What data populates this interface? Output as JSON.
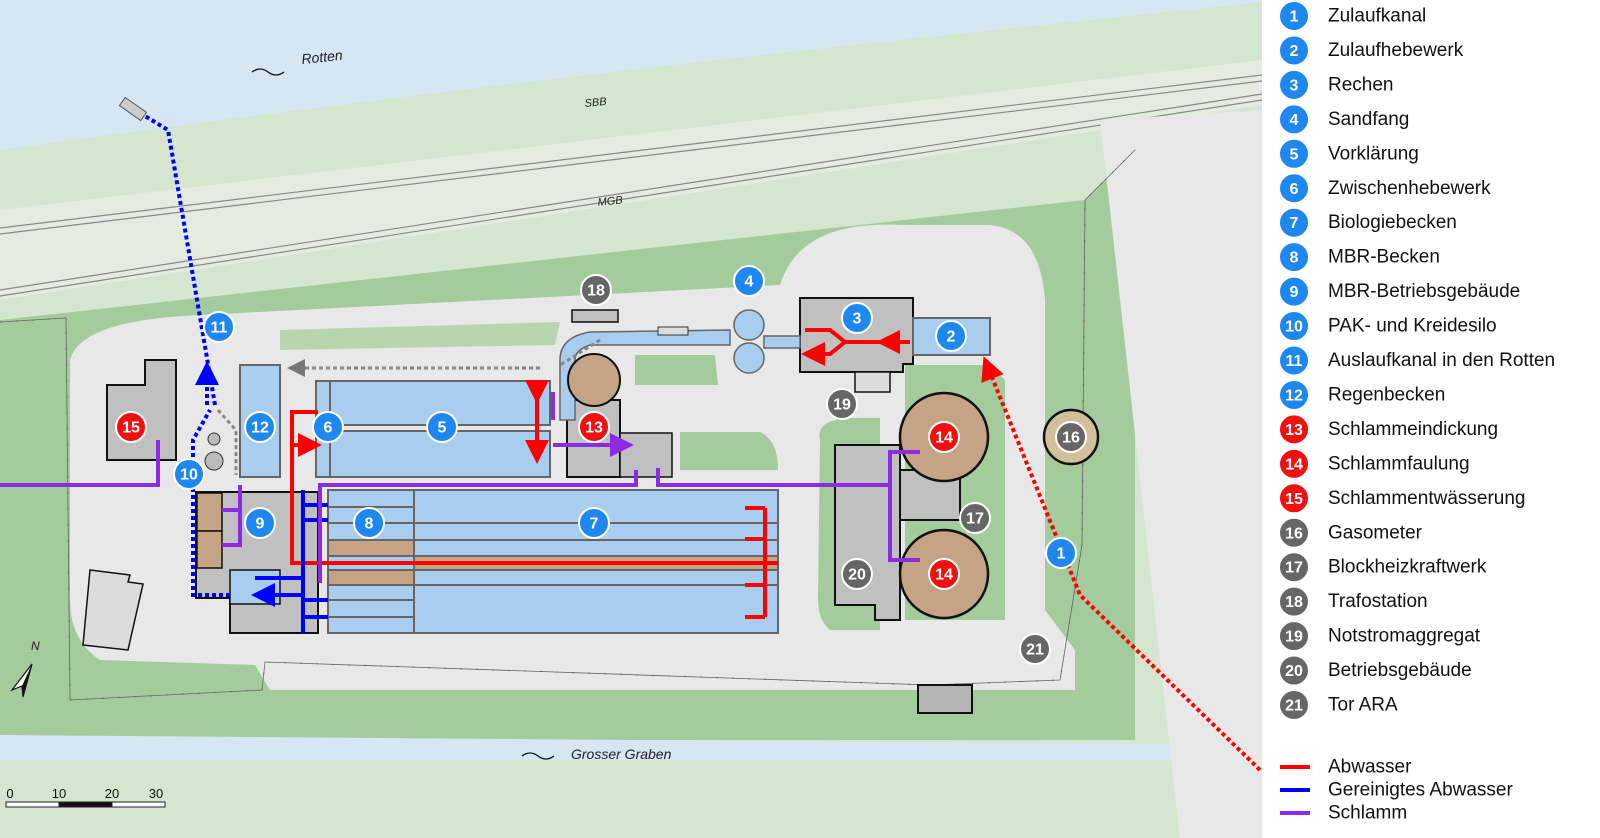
{
  "map_labels": {
    "river_north": "Rotten",
    "rail_sbb": "SBB",
    "rail_mgb": "MGB",
    "river_south": "Grosser Graben",
    "north": "N"
  },
  "scale_bar": {
    "ticks": [
      "0",
      "10",
      "20",
      "30"
    ]
  },
  "colors": {
    "blue": "#1e88f0",
    "red": "#f20f0f",
    "gray": "#666666",
    "abwasser": "#ff0000",
    "gereinigt": "#0000ff",
    "schlamm": "#8b2be2"
  },
  "legend": {
    "items": [
      {
        "num": "1",
        "label": "Zulaufkanal",
        "group": "blue"
      },
      {
        "num": "2",
        "label": "Zulaufhebewerk",
        "group": "blue"
      },
      {
        "num": "3",
        "label": "Rechen",
        "group": "blue"
      },
      {
        "num": "4",
        "label": "Sandfang",
        "group": "blue"
      },
      {
        "num": "5",
        "label": "Vorklärung",
        "group": "blue"
      },
      {
        "num": "6",
        "label": "Zwischenhebewerk",
        "group": "blue"
      },
      {
        "num": "7",
        "label": "Biologiebecken",
        "group": "blue"
      },
      {
        "num": "8",
        "label": "MBR-Becken",
        "group": "blue"
      },
      {
        "num": "9",
        "label": "MBR-Betriebsgebäude",
        "group": "blue"
      },
      {
        "num": "10",
        "label": "PAK- und Kreidesilo",
        "group": "blue"
      },
      {
        "num": "11",
        "label": "Auslaufkanal in den Rotten",
        "group": "blue"
      },
      {
        "num": "12",
        "label": "Regenbecken",
        "group": "blue"
      },
      {
        "num": "13",
        "label": "Schlammeindickung",
        "group": "red"
      },
      {
        "num": "14",
        "label": "Schlammfaulung",
        "group": "red"
      },
      {
        "num": "15",
        "label": "Schlammentwässerung",
        "group": "red"
      },
      {
        "num": "16",
        "label": "Gasometer",
        "group": "gray"
      },
      {
        "num": "17",
        "label": "Blockheizkraftwerk",
        "group": "gray"
      },
      {
        "num": "18",
        "label": "Trafostation",
        "group": "gray"
      },
      {
        "num": "19",
        "label": "Notstromaggregat",
        "group": "gray"
      },
      {
        "num": "20",
        "label": "Betriebsgebäude",
        "group": "gray"
      },
      {
        "num": "21",
        "label": "Tor ARA",
        "group": "gray"
      }
    ],
    "lines": [
      {
        "label": "Abwasser",
        "color": "#ff0000"
      },
      {
        "label": "Gereinigtes Abwasser",
        "color": "#0000ff"
      },
      {
        "label": "Schlamm",
        "color": "#8b2be2"
      }
    ]
  }
}
